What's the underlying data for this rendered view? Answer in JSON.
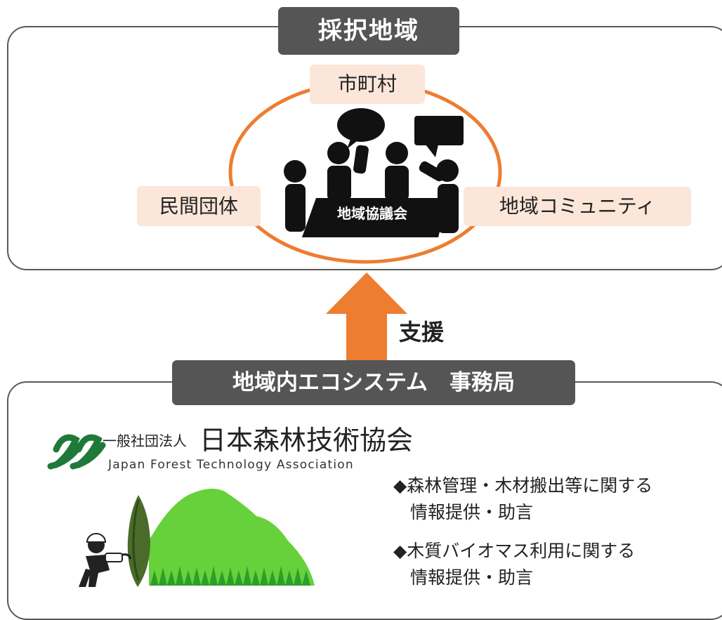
{
  "top_section": {
    "header": "採択地域",
    "council_label": "地域協議会",
    "stakeholders": {
      "municipality": "市町村",
      "private_org": "民間団体",
      "community": "地域コミュニティ"
    }
  },
  "support_label": "支援",
  "bottom_section": {
    "header": "地域内エコシステム　事務局",
    "logo": {
      "prefix": "一般社団法人",
      "name": "日本森林技術協会",
      "english": "Japan Forest Technology Association"
    },
    "bullets": [
      {
        "line1": "◆森林管理・木材搬出等に関する",
        "line2": "情報提供・助言"
      },
      {
        "line1": "◆木質バイオマス利用に関する",
        "line2": "情報提供・助言"
      }
    ]
  },
  "colors": {
    "accent_orange": "#ed7d31",
    "header_gray": "#555555",
    "label_peach": "#fbe6d9",
    "logo_green": "#1f7a3a",
    "mountain_green": "#66d13a"
  }
}
